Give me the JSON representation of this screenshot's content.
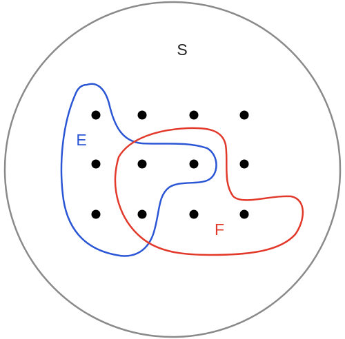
{
  "diagram": {
    "sample_space_label": "S",
    "event_e_label": "E",
    "event_f_label": "F",
    "point_count": 12
  },
  "colors": {
    "sample_space_outline": "#8a8a8a",
    "event_e": "#2a56d6",
    "event_f": "#e2392b",
    "point": "#000000",
    "label_s": "#222222"
  }
}
